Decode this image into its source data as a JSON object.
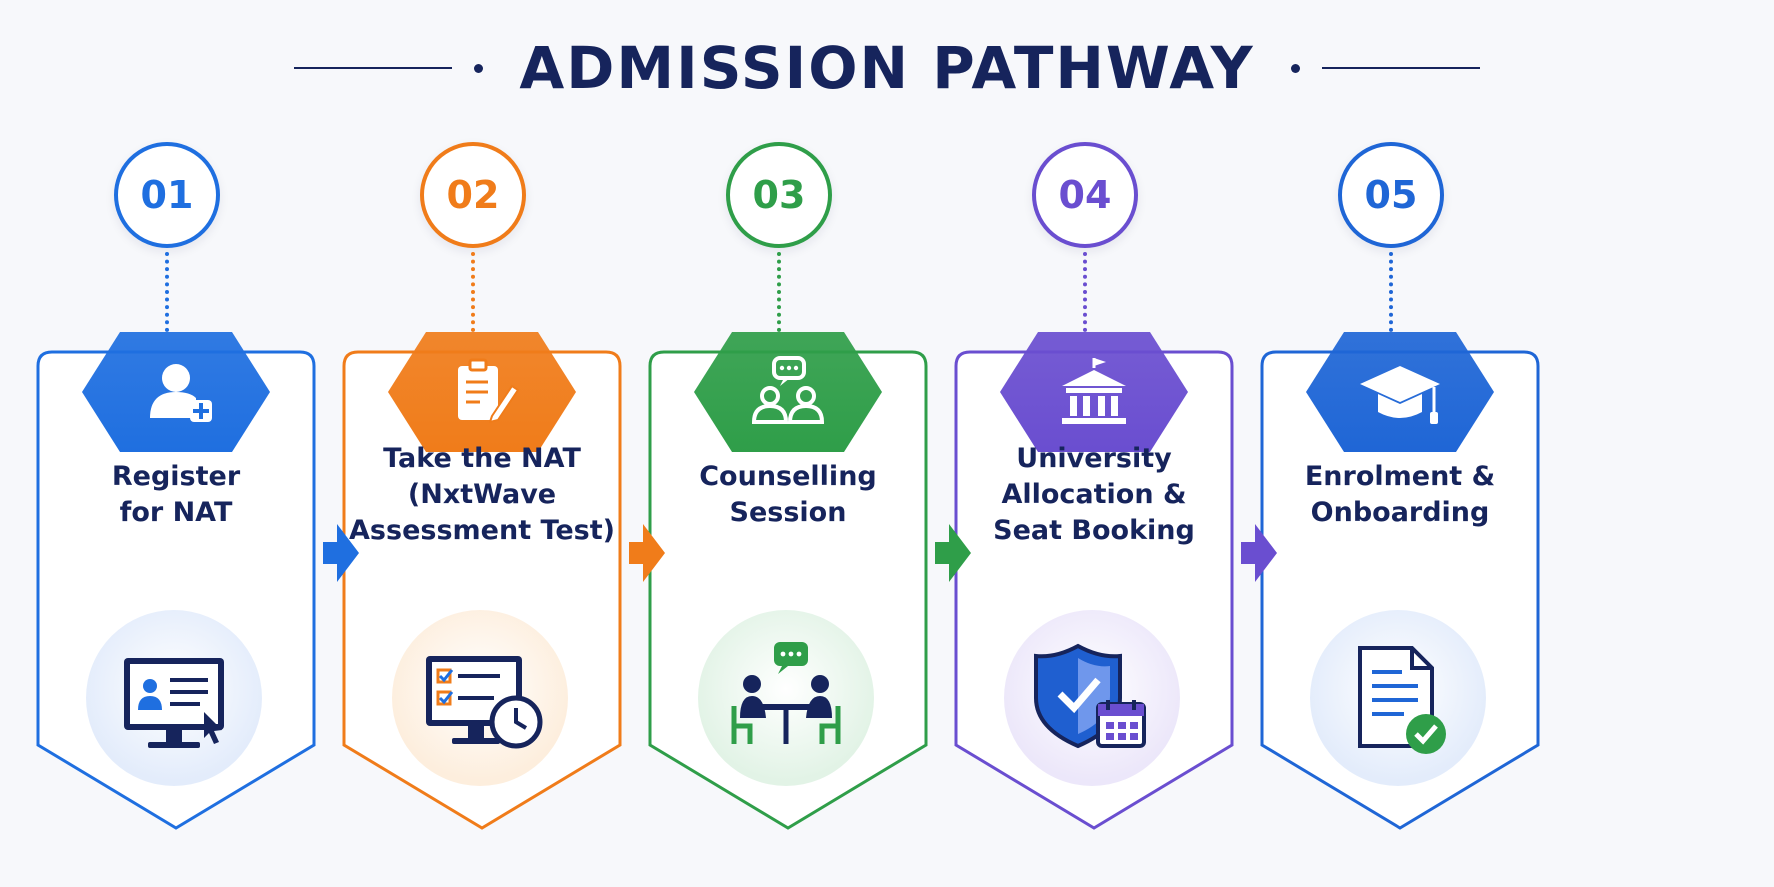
{
  "title": "ADMISSION PATHWAY",
  "steps": [
    {
      "number": "01",
      "lines": [
        "Register",
        "for NAT"
      ],
      "color": "#1f6fe0",
      "tint": "#e3ecfb",
      "icon": "user-plus-icon",
      "illustration": "computer-profile-icon"
    },
    {
      "number": "02",
      "lines": [
        "Take the NAT",
        "(NxtWave",
        "Assessment Test)"
      ],
      "color": "#f07c1a",
      "tint": "#fdeedd",
      "icon": "clipboard-pen-icon",
      "illustration": "monitor-checklist-clock-icon"
    },
    {
      "number": "03",
      "lines": [
        "Counselling",
        "Session"
      ],
      "color": "#2f9e49",
      "tint": "#e2f3e6",
      "icon": "chat-people-icon",
      "illustration": "meeting-table-icon"
    },
    {
      "number": "04",
      "lines": [
        "University",
        "Allocation &",
        "Seat Booking"
      ],
      "color": "#6a4ed0",
      "tint": "#ece7fa",
      "icon": "university-building-icon",
      "illustration": "shield-calendar-icon"
    },
    {
      "number": "05",
      "lines": [
        "Enrolment &",
        "Onboarding"
      ],
      "color": "#1f66d6",
      "tint": "#e3ecfb",
      "icon": "graduation-cap-icon",
      "illustration": "document-check-icon"
    }
  ],
  "arrow_colors": [
    "#1f6fe0",
    "#f07c1a",
    "#2f9e49",
    "#6a4ed0"
  ]
}
